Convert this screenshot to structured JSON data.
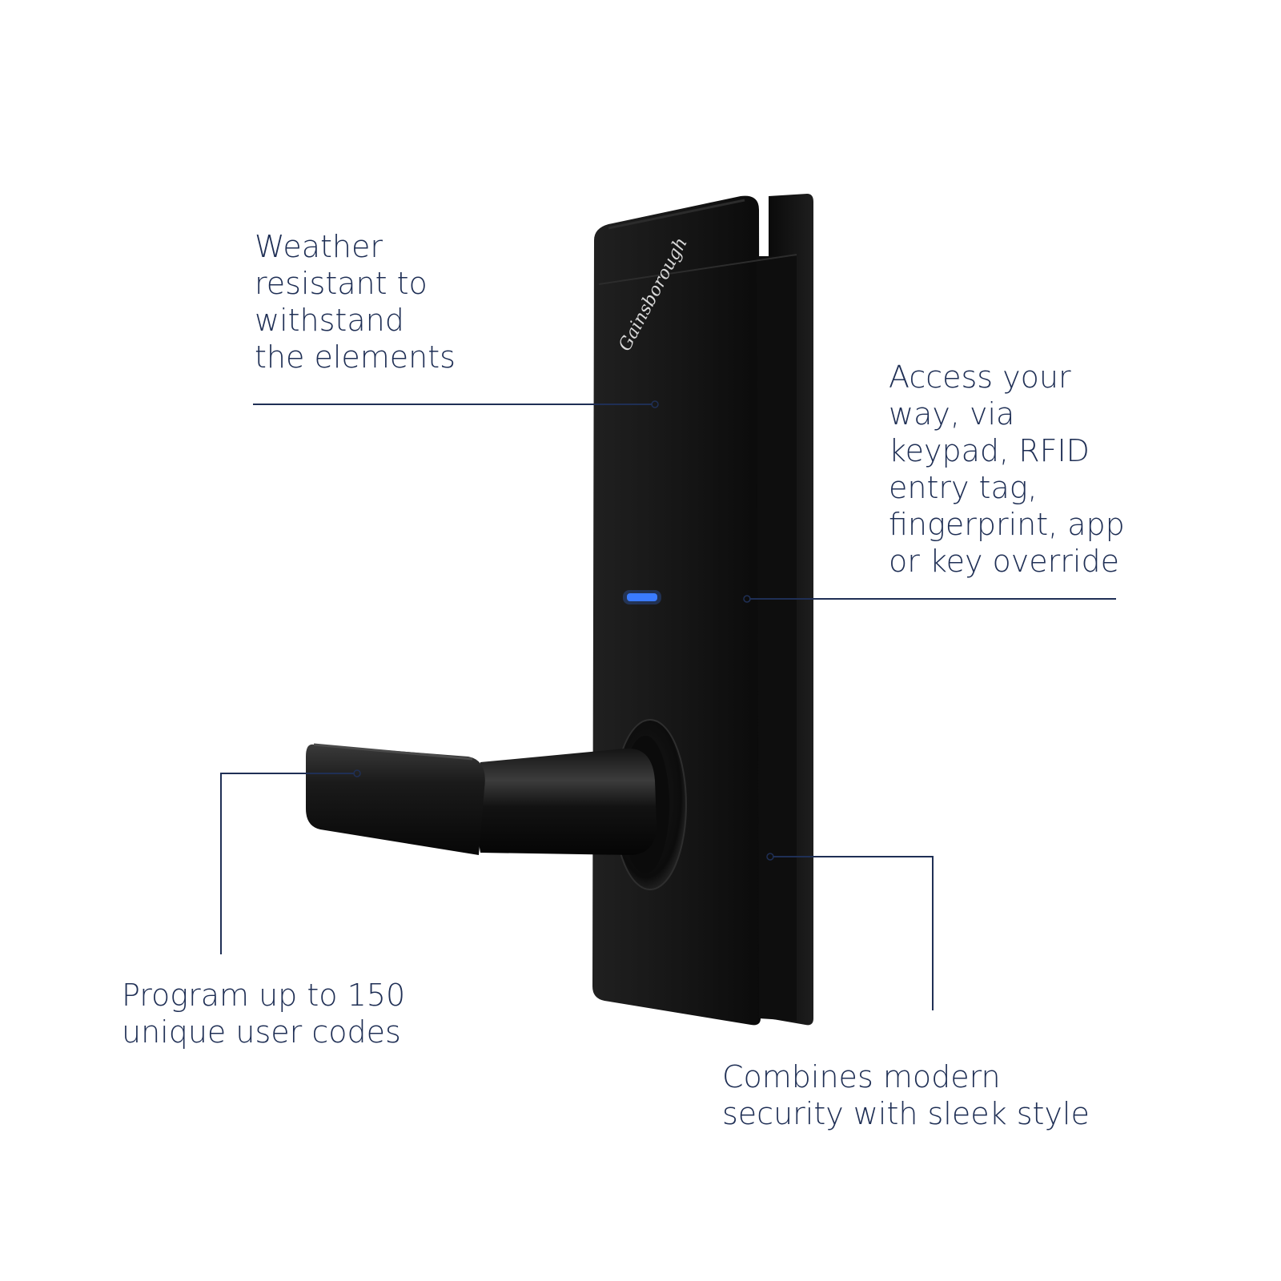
{
  "captions": {
    "weather": "Weather\nresistant to\nwithstand\nthe elements",
    "access": "Access your\nway, via\nkeypad, RFID\nentry tag,\nfingerprint, app\nor key override",
    "program": "Program up to 150\nunique user codes",
    "combine": "Combines modern\nsecurity with sleek style"
  },
  "brand": {
    "logo_text": "Gainsborough"
  },
  "colors": {
    "text": "#1f2f55",
    "callout_line": "#1f2f55",
    "lock_body": "#151515",
    "led": "#3a7bff",
    "background": "#ffffff"
  }
}
